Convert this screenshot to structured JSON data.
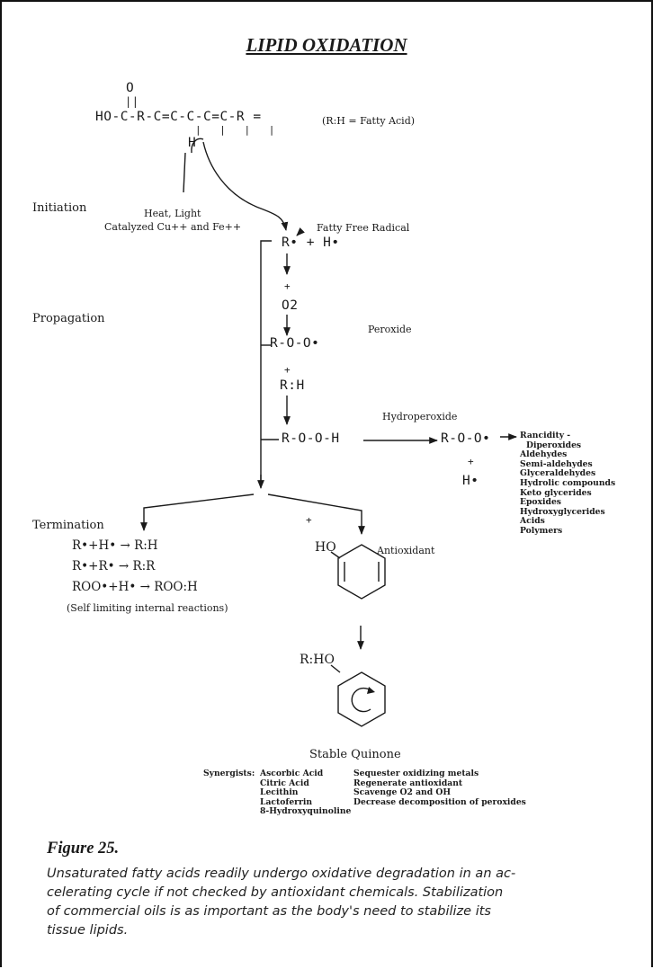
{
  "title": "LIPID OXIDATION",
  "fatty_acid": {
    "carbonyl_o": "O",
    "double_bond": "||",
    "chain": "HO-C-R-C=C-C-C=C-R =",
    "ticks": "|   |  |  |",
    "hydrogen": "H",
    "legend": "(R:H = Fatty Acid)"
  },
  "stages": {
    "initiation": "Initiation",
    "propagation": "Propagation",
    "termination": "Termination"
  },
  "catalysts": {
    "line1": "Heat, Light",
    "line2": "Catalyzed Cu++ and Fe++"
  },
  "free_radical": {
    "label": "Fatty Free Radical",
    "formula": "R•  +  H•"
  },
  "propagation": {
    "plus1": "+",
    "oxygen": "O2",
    "peroxide_formula": "R-O-O•",
    "peroxide_label": "Peroxide",
    "plus2": "+",
    "rh": "R:H",
    "hydroperoxide_formula": "R-O-O-H",
    "hydroperoxide_label": "Hydroperoxide",
    "breakdown_formula": "R-O-O•",
    "plus3": "+",
    "h_radical": "H•"
  },
  "breakdown_products": [
    "Rancidity -",
    "Diperoxides",
    "Aldehydes",
    "Semi-aldehydes",
    "Glyceraldehydes",
    "Hydrolic compounds",
    "Keto glycerides",
    "Epoxides",
    "Hydroxyglycerides",
    "Acids",
    "Polymers"
  ],
  "termination": {
    "reactions": [
      "R•+H• → R:H",
      "R•+R• → R:R",
      "ROO•+H• → ROO:H"
    ],
    "note": "(Self limiting internal reactions)"
  },
  "antioxidant": {
    "plus": "+",
    "ho": "HO",
    "label": "Antioxidant",
    "rho": "R:HO",
    "stable": "Stable Quinone"
  },
  "synergists": {
    "label": "Synergists:",
    "compounds": [
      "Ascorbic Acid",
      "Citric Acid",
      "Lecithin",
      "Lactoferrin",
      "8-Hydroxyquinoline"
    ],
    "actions": [
      "Sequester oxidizing metals",
      "Regenerate antioxidant",
      "Scavenge O2 and OH",
      "Decrease decomposition of peroxides"
    ]
  },
  "figure": {
    "label": "Figure 25.",
    "caption_lines": [
      "Unsaturated fatty acids readily undergo oxidative degradation in an ac-",
      "celerating cycle if  not checked by antioxidant chemicals.  Stabilization",
      "of commercial oils is as important as the body's need to stabilize its",
      "tissue lipids."
    ]
  }
}
